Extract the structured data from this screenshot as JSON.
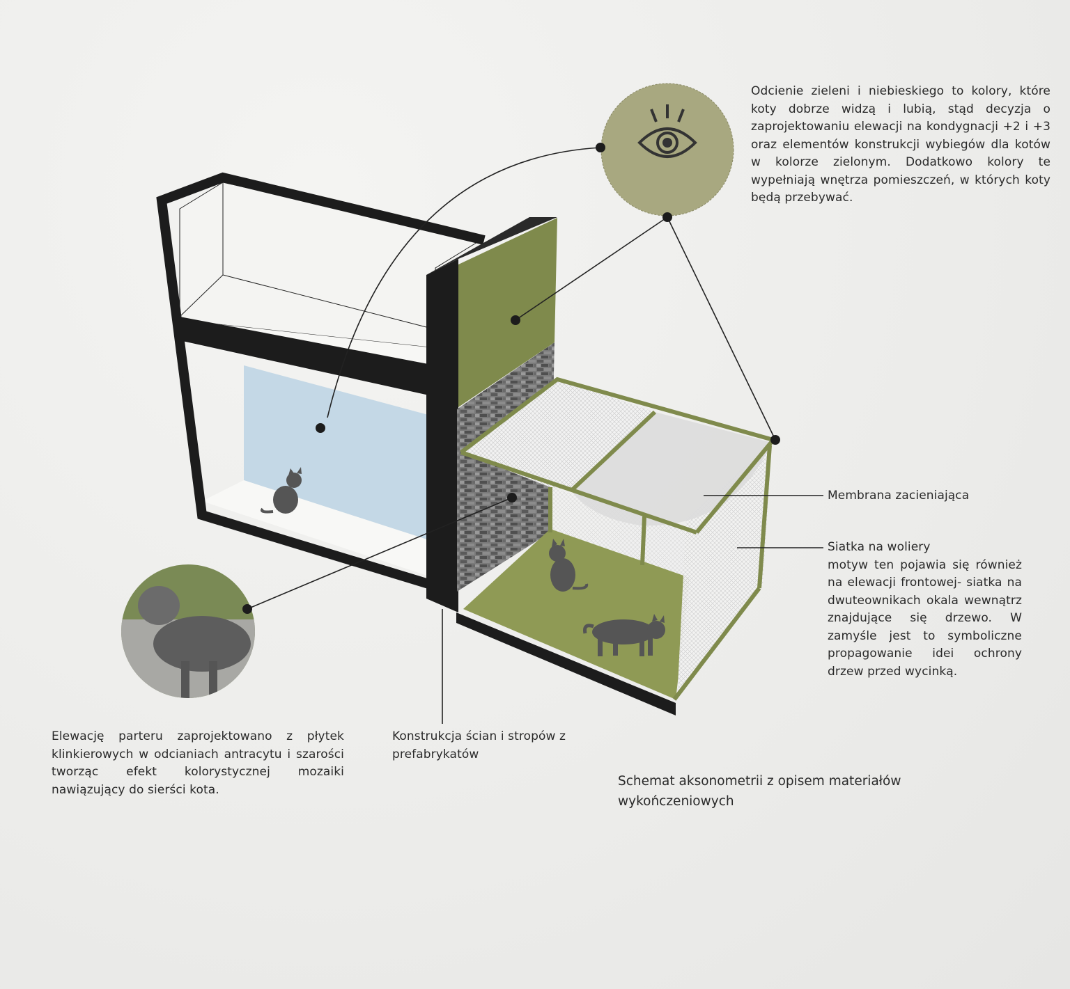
{
  "annotations": {
    "colors_note": "Odcienie zieleni i niebieskiego to kolory, które koty dobrze widzą i lubią, stąd decyzja o zaprojektowaniu elewacji na kondygnacji +2 i +3 oraz elementów konstrukcji wybiegów dla kotów w kolorze zielonym.  Dodatkowo kolory te wypełniają wnętrza pomieszczeń, w których koty będą przebywać.",
    "membrane_label": "Membrana zacieniająca",
    "net_title": "Siatka na woliery",
    "net_note": "motyw ten pojawia się również na elewacji frontowej- siatka na dwuteownikach okala wewnątrz znajdujące się  drzewo. W zamyśle jest to symboliczne propagowanie idei ochrony drzew przed wycinką.",
    "ground_floor_note": "Elewację parteru zaprojektowano z płytek klinkierowych w odcianiach antracytu i szarości tworząc efekt kolorystycznej mozaiki nawiązujący do sierści kota.",
    "construction_note": "Konstrukcja ścian i stropów z prefabrykatów"
  },
  "caption": "Schemat aksonometrii z opisem materiałów wykończeniowych",
  "colors": {
    "green": "#7f8a4c",
    "green_floor": "#8f9a55",
    "blue": "#c4d8e6",
    "brick": "#6e6e6e",
    "frame": "#1c1c1c",
    "eye_circle": "#a8a880"
  }
}
